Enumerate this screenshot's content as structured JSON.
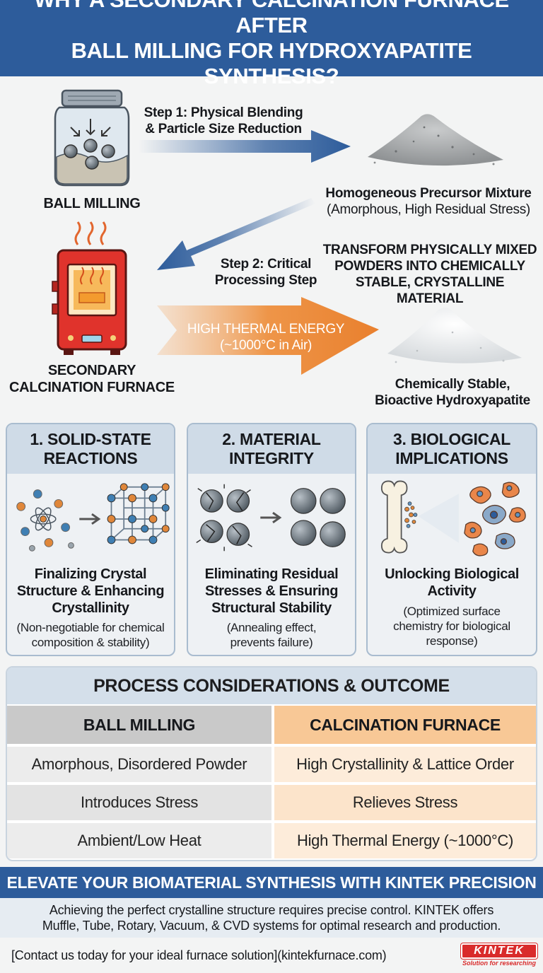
{
  "header": {
    "title_line1": "WHY A SECONDARY CALCINATION FURNACE AFTER",
    "title_line2": "BALL MILLING FOR HYDROXYAPATITE SYNTHESIS?"
  },
  "flow": {
    "ball_milling_label": "BALL MILLING",
    "step1_line1": "Step 1: Physical Blending",
    "step1_line2": "& Particle Size Reduction",
    "precursor_line1": "Homogeneous Precursor Mixture",
    "precursor_line2": "(Amorphous, High Residual Stress)",
    "step2_line1": "Step 2: Critical",
    "step2_line2": "Processing Step",
    "transform_line1": "TRANSFORM PHYSICALLY MIXED",
    "transform_line2": "POWDERS INTO CHEMICALLY",
    "transform_line3": "STABLE, CRYSTALLINE MATERIAL",
    "furnace_line1": "SECONDARY",
    "furnace_line2": "CALCINATION FURNACE",
    "energy_line1": "HIGH THERMAL ENERGY",
    "energy_line2": "(~1000°C in Air)",
    "product_line1": "Chemically Stable,",
    "product_line2": "Bioactive Hydroxyapatite"
  },
  "panels": [
    {
      "title_line1": "1. SOLID-STATE",
      "title_line2": "REACTIONS",
      "sub_line1": "Finalizing Crystal",
      "sub_line2": "Structure & Enhancing",
      "sub_line3": "Crystallinity",
      "note_line1": "(Non-negotiable for chemical",
      "note_line2": "composition & stability)"
    },
    {
      "title_line1": "2. MATERIAL",
      "title_line2": "INTEGRITY",
      "sub_line1": "Eliminating Residual",
      "sub_line2": "Stresses & Ensuring",
      "sub_line3": "Structural Stability",
      "note_line1": "(Annealing effect,",
      "note_line2": "prevents failure)"
    },
    {
      "title_line1": "3. BIOLOGICAL",
      "title_line2": "IMPLICATIONS",
      "sub_line1": "Unlocking Biological",
      "sub_line2": "Activity",
      "note_line1": "(Optimized surface",
      "note_line2": "chemistry for biological",
      "note_line3": "response)"
    }
  ],
  "table": {
    "title": "PROCESS CONSIDERATIONS & OUTCOME",
    "col1_header": "BALL MILLING",
    "col2_header": "CALCINATION FURNACE",
    "rows": [
      {
        "left": "Amorphous, Disordered Powder",
        "right": "High Crystallinity & Lattice Order"
      },
      {
        "left": "Introduces Stress",
        "right": "Relieves Stress"
      },
      {
        "left": "Ambient/Low Heat",
        "right": "High Thermal Energy (~1000°C)"
      }
    ]
  },
  "cta": {
    "banner": "ELEVATE YOUR BIOMATERIAL SYNTHESIS WITH KINTEK PRECISION",
    "body_line1": "Achieving the perfect crystalline structure requires precise control. KINTEK offers",
    "body_line2": "Muffle, Tube, Rotary, Vacuum, & CVD systems for optimal research and production.",
    "contact": "[Contact us today for your ideal furnace solution](kintekfurnace.com)"
  },
  "logo": {
    "name": "KINTEK",
    "tagline": "Solution for researching"
  },
  "colors": {
    "header_blue": "#2d5c9b",
    "arrow_orange": "#ec8a3e",
    "furnace_red": "#e0332c",
    "table_left_head": "#c9c9c9",
    "table_right_head": "#f8c896"
  }
}
